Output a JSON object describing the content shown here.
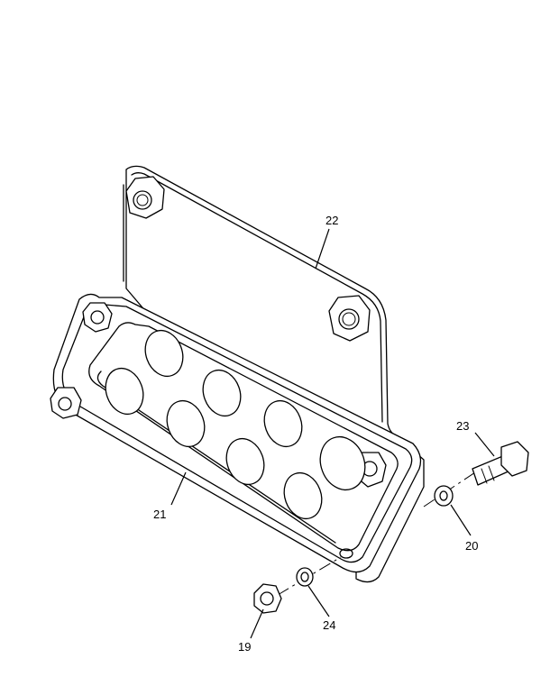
{
  "callouts": [
    {
      "id": "19",
      "label": "19"
    },
    {
      "id": "20",
      "label": "20"
    },
    {
      "id": "21",
      "label": "21"
    },
    {
      "id": "22",
      "label": "22"
    },
    {
      "id": "23",
      "label": "23"
    },
    {
      "id": "24",
      "label": "24"
    }
  ],
  "icons": [
    "hex-nut-icon",
    "flat-washer-icon",
    "lock-washer-icon",
    "hex-bolt-icon"
  ]
}
